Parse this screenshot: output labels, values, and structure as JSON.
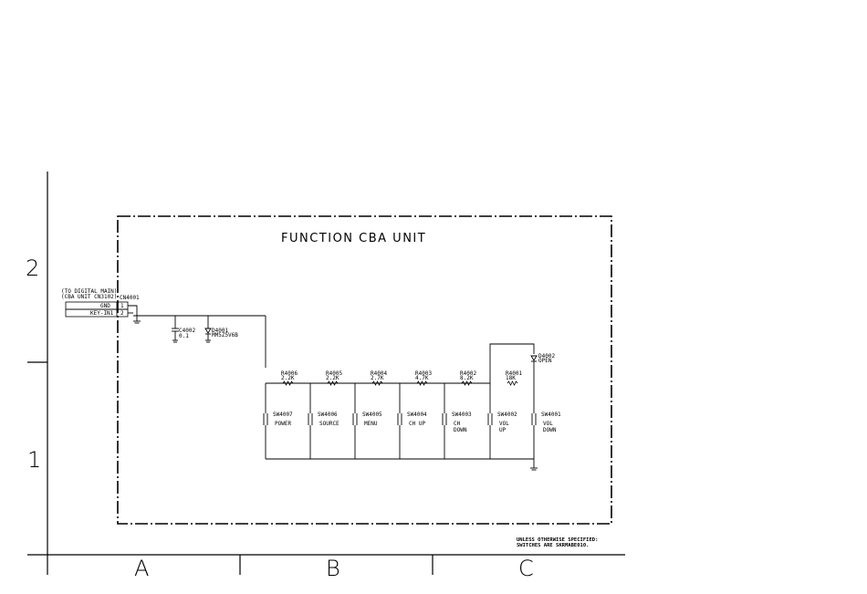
{
  "title": "FUNCTION CBA UNIT",
  "grid": {
    "rows": [
      "2",
      "1"
    ],
    "cols": [
      "A",
      "B",
      "C"
    ]
  },
  "connector": {
    "note_line1": "(TO DIGITAL MAIN)",
    "note_line2": "(CBA UNIT CN3102)",
    "ref": "CN4001",
    "pins": [
      {
        "name": "GND",
        "num": "1"
      },
      {
        "name": "KEY-IN1",
        "num": "2"
      }
    ]
  },
  "capacitor": {
    "ref": "C4002",
    "value": "0.1"
  },
  "diode1": {
    "ref": "D4001",
    "value": "MM5Z5V6B"
  },
  "diode2": {
    "ref": "D4002",
    "value": "OPEN"
  },
  "resistors": [
    {
      "ref": "R4006",
      "value": "2.2K"
    },
    {
      "ref": "R4005",
      "value": "2.2K"
    },
    {
      "ref": "R4004",
      "value": "2.7K"
    },
    {
      "ref": "R4003",
      "value": "4.7K"
    },
    {
      "ref": "R4002",
      "value": "8.2K"
    },
    {
      "ref": "R4001",
      "value": "18K"
    }
  ],
  "switches": [
    {
      "ref": "SW4007",
      "label": [
        "POWER"
      ]
    },
    {
      "ref": "SW4006",
      "label": [
        "SOURCE"
      ]
    },
    {
      "ref": "SW4005",
      "label": [
        "MENU"
      ]
    },
    {
      "ref": "SW4004",
      "label": [
        "CH UP"
      ]
    },
    {
      "ref": "SW4003",
      "label": [
        "CH",
        "DOWN"
      ]
    },
    {
      "ref": "SW4002",
      "label": [
        "VOL",
        "UP"
      ]
    },
    {
      "ref": "SW4001",
      "label": [
        "VOL",
        "DOWN"
      ]
    }
  ],
  "note": {
    "line1": "UNLESS OTHERWISE SPECIFIED:",
    "line2": "SWITCHES ARE SKRMABE010."
  }
}
